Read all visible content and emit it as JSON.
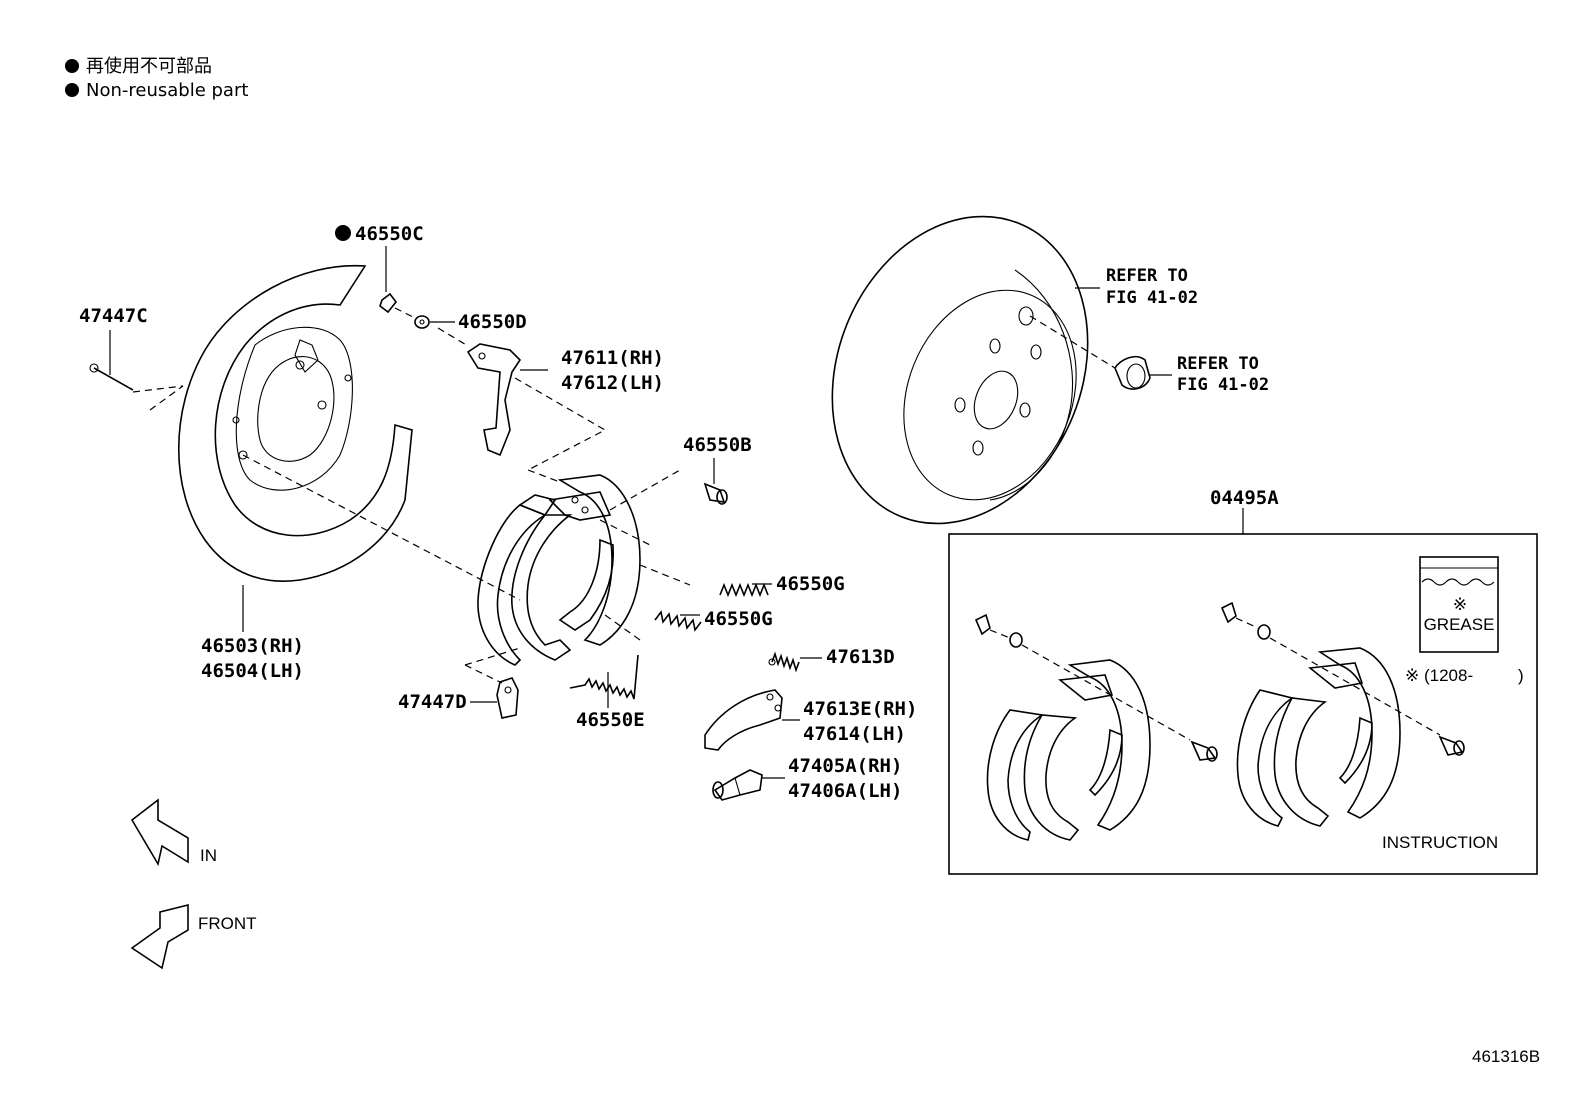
{
  "legend": {
    "line1": "再使用不可部品",
    "line2": "Non-reusable part"
  },
  "labels": {
    "p46550C": "46550C",
    "p47447C": "47447C",
    "p46550D": "46550D",
    "p47611": "47611(RH)",
    "p47612": "47612(LH)",
    "p46550B": "46550B",
    "p46550G_a": "46550G",
    "p46550G_b": "46550G",
    "p46503": "46503(RH)",
    "p46504": "46504(LH)",
    "p47613D": "47613D",
    "p47447D": "47447D",
    "p46550E": "46550E",
    "p47613E": "47613E(RH)",
    "p47614": "47614(LH)",
    "p47405A": "47405A(RH)",
    "p47406A": "47406A(LH)",
    "p04495A": "04495A",
    "refer1_a": "REFER TO",
    "refer1_b": "FIG 41-02",
    "refer2_a": "REFER TO",
    "refer2_b": "FIG 41-02"
  },
  "kit_box": {
    "grease_mark": "※",
    "grease_label": "GREASE",
    "note": "※ (1208-",
    "note_close": ")",
    "instruction": "INSTRUCTION"
  },
  "directions": {
    "in": "IN",
    "front": "FRONT"
  },
  "figure_id": "461316B",
  "colors": {
    "ink": "#000000",
    "paper": "#ffffff"
  },
  "icons": {
    "non_reusable": "filled-circle-icon",
    "in_arrow": "hollow-arrow-icon",
    "front_arrow": "hollow-arrow-icon"
  }
}
